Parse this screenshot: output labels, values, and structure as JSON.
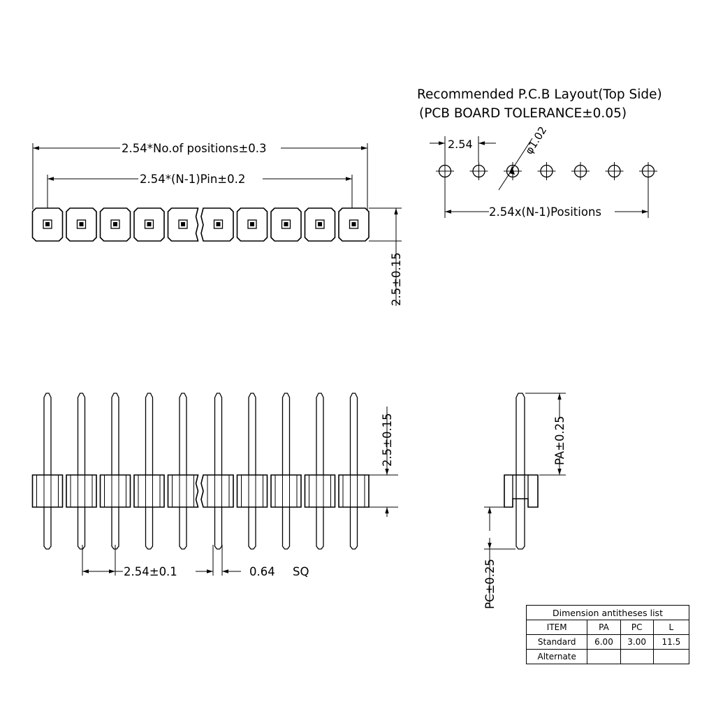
{
  "pcb_layout": {
    "title": "Recommended P.C.B Layout(Top Side)",
    "tolerance_note": "(PCB BOARD TOLERANCE±0.05)",
    "pitch_label": "2.54",
    "hole_diameter_label": "φ1.02",
    "span_label": "2.54x(N-1)Positions",
    "hole_count": 7
  },
  "top_view": {
    "overall_length_label": "2.54*No.of positions±0.3",
    "pin_span_label": "2.54*(N-1)Pin±0.2",
    "width_label": "2.5±0.15",
    "position_count": 10
  },
  "front_view": {
    "body_height_label": "2.5±0.15",
    "pitch_label": "2.54±0.1",
    "pin_size_label": "0.64",
    "pin_size_suffix": "SQ",
    "pin_count": 10
  },
  "side_view": {
    "pa_label": "PA±0.25",
    "pc_label": "PC±0.25"
  },
  "dimension_table": {
    "caption": "Dimension antitheses list",
    "headers": [
      "ITEM",
      "PA",
      "PC",
      "L"
    ],
    "rows": [
      [
        "Standard",
        "6.00",
        "3.00",
        "11.5"
      ],
      [
        "Alternate",
        "",
        "",
        ""
      ]
    ]
  }
}
